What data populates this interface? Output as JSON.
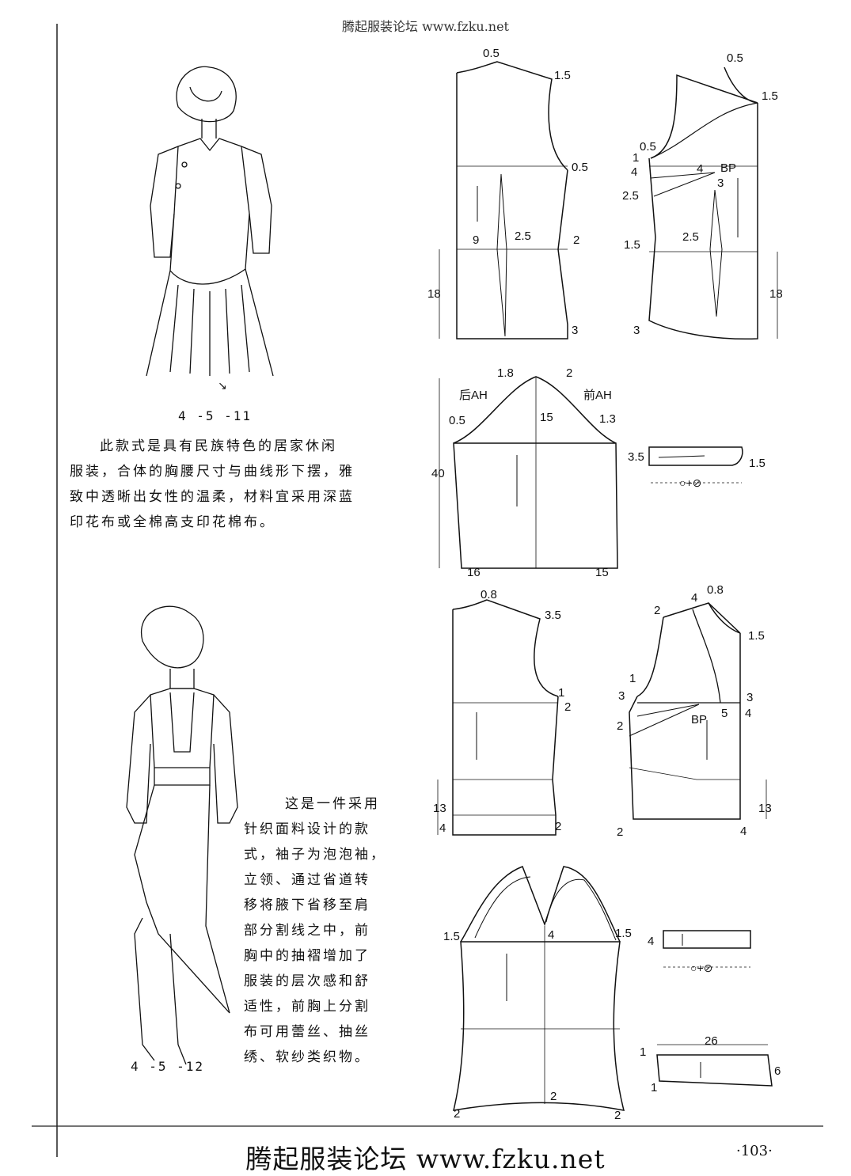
{
  "header": {
    "title": "腾起服装论坛 www.fzku.net"
  },
  "footer": {
    "site": "腾起服装论坛 www.fzku.net",
    "page_number": "·103·"
  },
  "figure1": {
    "caption": "4 -5 -11",
    "arrow_symbol": "↘",
    "description_lines": [
      "此款式是具有民族特色的居家休闲",
      "服装，合体的胸腰尺寸与曲线形下摆，雅",
      "致中透晰出女性的温柔，材料宜采用深蓝",
      "印花布或全棉高支印花棉布。"
    ]
  },
  "figure2": {
    "caption": "4 -5 -12",
    "description_lines": [
      "这是一件采用",
      "针织面料设计的款",
      "式，袖子为泡泡袖，",
      "立领、通过省道转",
      "移将腋下省移至肩",
      "部分割线之中，前",
      "胸中的抽褶增加了",
      "服装的层次感和舒",
      "适性，前胸上分割",
      "布可用蕾丝、抽丝",
      "绣、软纱类织物。"
    ]
  },
  "pattern1": {
    "back": {
      "neck_w": "0.5",
      "shoulder": "1.5",
      "armhole": "0.5",
      "dart": "2.5",
      "waist": "9",
      "side": "2",
      "hip_h": "18",
      "hem": "3"
    },
    "front": {
      "neck_w": "0.5",
      "shoulder": "1.5",
      "arrow_a": "0.5",
      "one": "1",
      "four": "4",
      "dart_a": "2.5",
      "bp_a": "4",
      "bp": "BP",
      "bp_b": "3",
      "side": "1.5",
      "dart": "2.5",
      "hip_h": "18",
      "hem": "3"
    },
    "sleeve": {
      "back_cap": "1.8",
      "front_cap": "2",
      "back_ah": "后AH",
      "front_ah": "前AH",
      "back_edge": "0.5",
      "front_edge": "1.3",
      "cap_h": "15",
      "length": "40",
      "back_cuff": "16",
      "front_cuff": "15"
    },
    "collar": {
      "height": "3.5",
      "tip": "1.5",
      "formula": "○+⊘"
    }
  },
  "pattern2": {
    "back": {
      "neck_w": "0.8",
      "shoulder": "3.5",
      "armhole_a": "1",
      "armhole_b": "2",
      "hip_h": "13",
      "hem_h": "4",
      "side": "2"
    },
    "front": {
      "yoke_a": "2",
      "yoke_b": "4",
      "neck_w": "0.8",
      "shoulder": "1.5",
      "arrow_a": "1",
      "side_a": "3",
      "side_b": "2",
      "bp": "BP",
      "bp_b": "5",
      "right_a": "3",
      "right_b": "4",
      "hip_h": "13",
      "hem_a": "2",
      "hem_b": "4"
    },
    "sleeve": {
      "left": "1.5",
      "center": "4",
      "right": "1.5",
      "bottom": "2",
      "corner_l": "2",
      "corner_r": "2"
    },
    "collar": {
      "height": "4",
      "formula": "○+⊘"
    },
    "cuff": {
      "width": "26",
      "top": "1",
      "bottom": "1",
      "side": "6"
    }
  }
}
